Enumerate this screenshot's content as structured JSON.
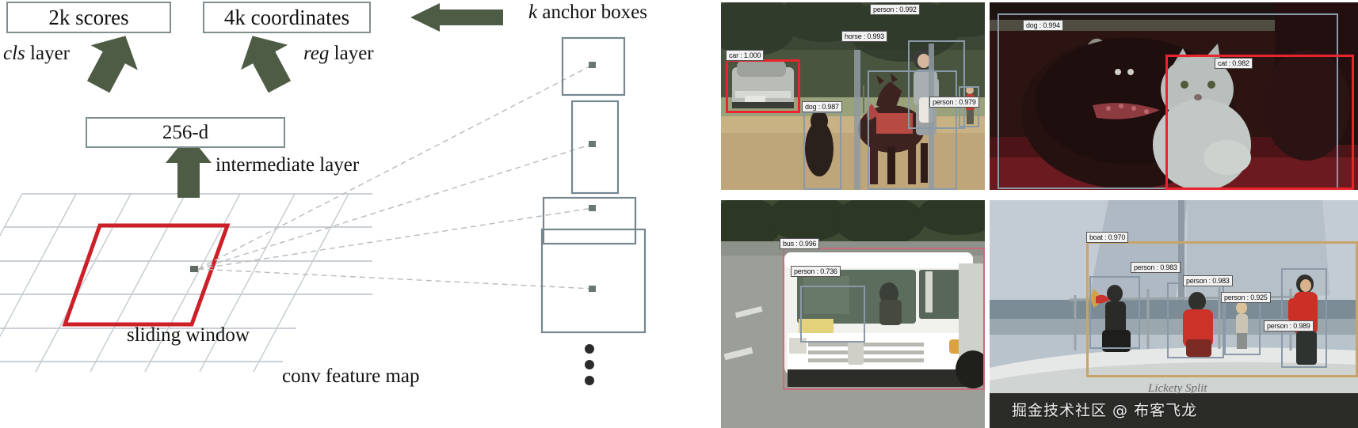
{
  "diagram": {
    "boxes": {
      "scores": "2k scores",
      "coordinates": "4k coordinates",
      "intermediate_dim": "256-d"
    },
    "labels": {
      "cls_layer": "cls layer",
      "reg_layer": "reg layer",
      "intermediate_layer": "intermediate layer",
      "anchor_boxes": "k anchor boxes",
      "sliding_window": "sliding window",
      "conv_feature_map": "conv feature map"
    },
    "colors": {
      "arrow_green": "#4e5b45",
      "box_border": "#7f8f8f",
      "sliding_window_red": "#cc2029",
      "grid_gray": "#b6bec6",
      "anchor_border": "#76878f"
    },
    "anchor_count_hint": "k",
    "ellipsis_dots": 3
  },
  "photos": [
    {
      "name": "horse-scene",
      "detections": [
        {
          "label": "car : 1.000",
          "cls": "car",
          "score": "1.000",
          "color": "red"
        },
        {
          "label": "horse : 0.993",
          "cls": "horse",
          "score": "0.993",
          "color": "gray"
        },
        {
          "label": "person : 0.992",
          "cls": "person",
          "score": "0.992",
          "color": "gray"
        },
        {
          "label": "dog : 0.987",
          "cls": "dog",
          "score": "0.987",
          "color": "gray"
        },
        {
          "label": "person : 0.979",
          "cls": "person",
          "score": "0.979",
          "color": "gray"
        }
      ]
    },
    {
      "name": "dog-cat-scene",
      "detections": [
        {
          "label": "dog : 0.994",
          "cls": "dog",
          "score": "0.994",
          "color": "gray"
        },
        {
          "label": "cat : 0.982",
          "cls": "cat",
          "score": "0.982",
          "color": "red"
        }
      ]
    },
    {
      "name": "bus-scene",
      "detections": [
        {
          "label": "bus : 0.996",
          "cls": "bus",
          "score": "0.996",
          "color": "pink"
        },
        {
          "label": "person : 0.736",
          "cls": "person",
          "score": "0.736",
          "color": "gray"
        }
      ]
    },
    {
      "name": "boat-scene",
      "detections": [
        {
          "label": "boat : 0.970",
          "cls": "boat",
          "score": "0.970",
          "color": "tan"
        },
        {
          "label": "person : 0.983",
          "cls": "person",
          "score": "0.983",
          "color": "gray"
        },
        {
          "label": "person : 0.983",
          "cls": "person",
          "score": "0.983",
          "color": "gray"
        },
        {
          "label": "person : 0.925",
          "cls": "person",
          "score": "0.925",
          "color": "gray"
        },
        {
          "label": "person : 0.989",
          "cls": "person",
          "score": "0.989",
          "color": "gray"
        }
      ],
      "boat_name_text": "Lickety Split"
    }
  ],
  "watermark": "掘金技术社区 @ 布客飞龙"
}
